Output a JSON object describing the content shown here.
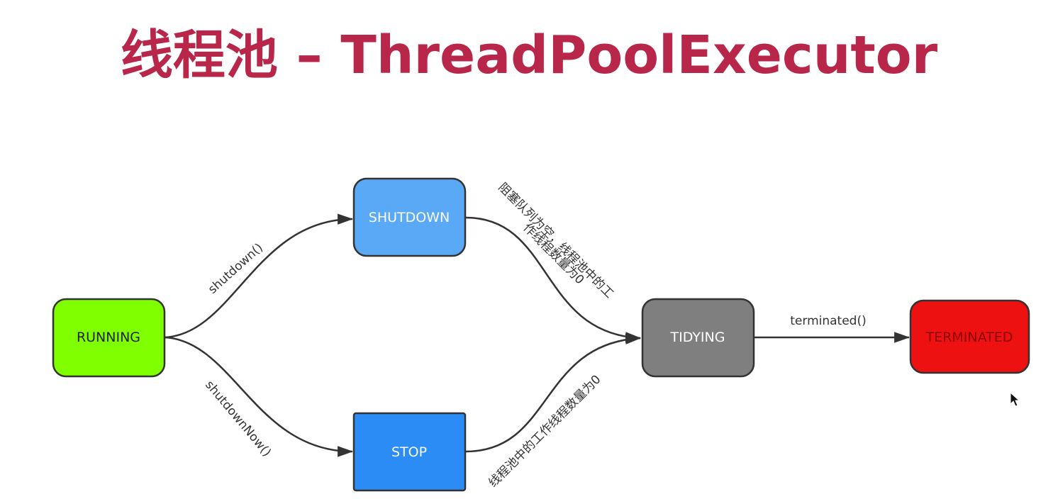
{
  "title": "线程池 – ThreadPoolExecutor",
  "nodes": {
    "running": {
      "label": "RUNNING",
      "fill": "#7fff00",
      "text_color": "#222222"
    },
    "shutdown": {
      "label": "SHUTDOWN",
      "fill": "#5aa9f7",
      "text_color": "#ffffff"
    },
    "stop": {
      "label": "STOP",
      "fill": "#2b8cf5",
      "text_color": "#ffffff"
    },
    "tidying": {
      "label": "TIDYING",
      "fill": "#7f7f7f",
      "text_color": "#ffffff"
    },
    "terminated": {
      "label": "TERMINATED",
      "fill": "#ee1111",
      "text_color": "#8a0000"
    }
  },
  "edges": {
    "running_to_shutdown": {
      "label": "shutdown()"
    },
    "running_to_stop": {
      "label": "shutdownNow()"
    },
    "shutdown_to_tidying": {
      "label_line1": "阻塞队列为空，线程池中的工",
      "label_line2": "作线程数量为0"
    },
    "stop_to_tidying": {
      "label": "线程池中的工作线程数量为0"
    },
    "tidying_to_terminated": {
      "label": "terminated()"
    }
  },
  "colors": {
    "title": "#b8264a",
    "stroke": "#333333"
  }
}
